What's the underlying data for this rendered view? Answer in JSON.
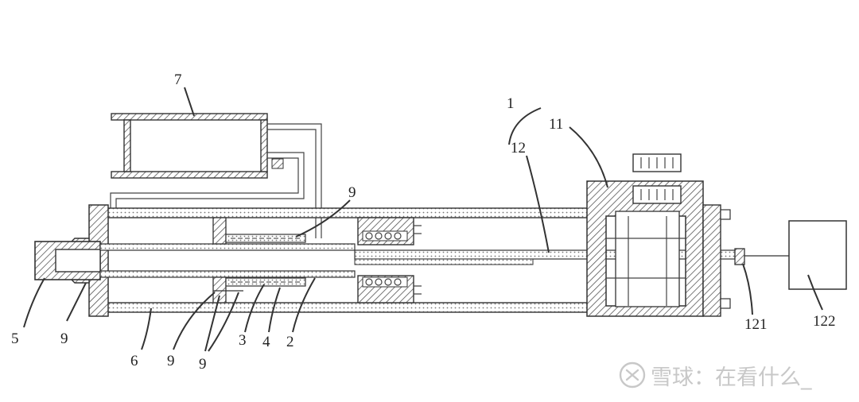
{
  "labels": {
    "l1": "1",
    "l2": "2",
    "l3": "3",
    "l4": "4",
    "l5": "5",
    "l6": "6",
    "l7": "7",
    "l9a": "9",
    "l9b": "9",
    "l9c": "9",
    "l9d": "9",
    "l11": "11",
    "l12": "12",
    "l121": "121",
    "l122": "122"
  },
  "watermark": {
    "text": "雪球：在看什么_",
    "icon": "snowball-logo-icon"
  },
  "colors": {
    "line": "#333333",
    "hatch": "#555555",
    "watermark": "#c8c8c8"
  }
}
